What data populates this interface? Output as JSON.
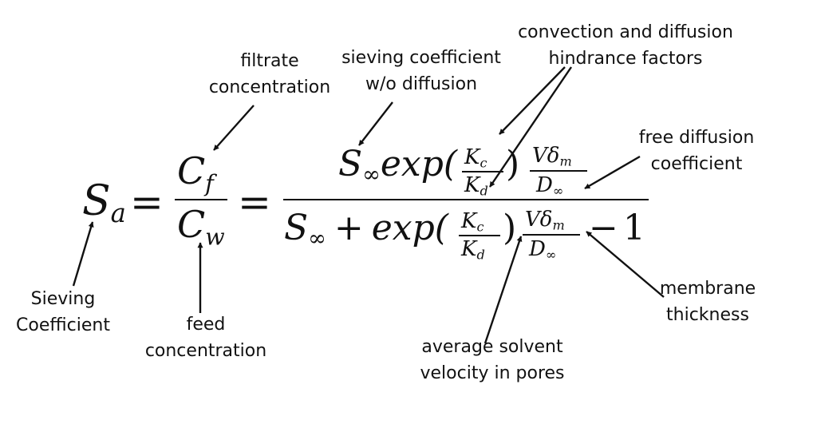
{
  "labels": {
    "filtrate": [
      "filtrate",
      "concentration"
    ],
    "sieving_no_diff": [
      "sieving coefficient",
      "w/o diffusion"
    ],
    "hindrance": [
      "convection and diffusion",
      "hindrance factors"
    ],
    "free_diffusion": [
      "free diffusion",
      "coefficient"
    ],
    "sieving_coef": [
      "Sieving",
      "Coefficient"
    ],
    "feed": [
      "feed",
      "concentration"
    ],
    "avg_velocity": [
      "average solvent",
      "velocity in pores"
    ],
    "membrane": [
      "membrane",
      "thickness"
    ]
  },
  "equation": {
    "S": "S",
    "a": "a",
    "equals": "=",
    "C": "C",
    "f": "f",
    "w": "w",
    "inf": "∞",
    "exp": "exp(",
    "close_paren": ")",
    "K": "K",
    "c": "c",
    "d": "d",
    "V": "V",
    "delta": "δ",
    "m": "m",
    "D": "D",
    "plus": "+",
    "minus": "−",
    "one": "1"
  }
}
